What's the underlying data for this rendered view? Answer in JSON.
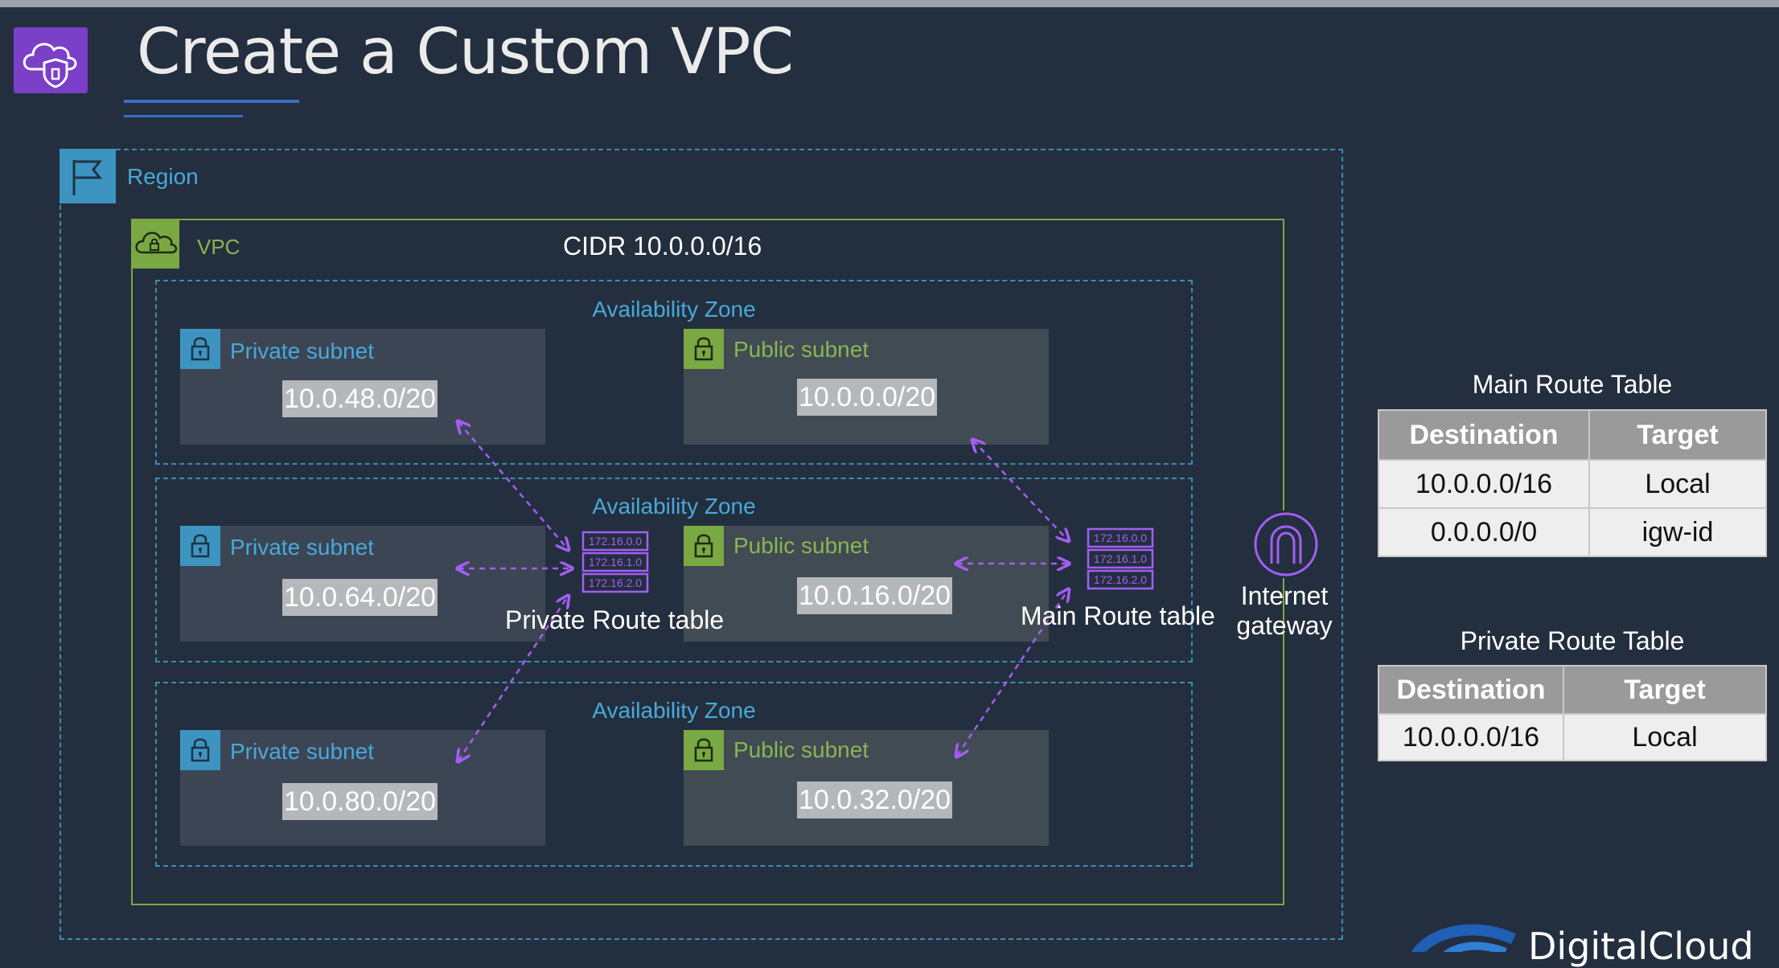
{
  "title": "Create a Custom VPC",
  "region_label": "Region",
  "vpc_label": "VPC",
  "cidr_label": "CIDR 10.0.0.0/16",
  "availability_zones": [
    {
      "label": "Availability Zone",
      "private": {
        "name": "Private subnet",
        "cidr": "10.0.48.0/20"
      },
      "public": {
        "name": "Public subnet",
        "cidr": "10.0.0.0/20"
      }
    },
    {
      "label": "Availability Zone",
      "private": {
        "name": "Private subnet",
        "cidr": "10.0.64.0/20"
      },
      "public": {
        "name": "Public subnet",
        "cidr": "10.0.16.0/20"
      }
    },
    {
      "label": "Availability Zone",
      "private": {
        "name": "Private subnet",
        "cidr": "10.0.80.0/20"
      },
      "public": {
        "name": "Public subnet",
        "cidr": "10.0.32.0/20"
      }
    }
  ],
  "route_table_icon_rows": [
    "172.16.0.0",
    "172.16.1.0",
    "172.16.2.0"
  ],
  "private_route_table_label": "Private Route table",
  "main_route_table_label": "Main Route table",
  "internet_gateway_label": [
    "Internet",
    "gateway"
  ],
  "main_route_table": {
    "title": "Main Route Table",
    "headers": [
      "Destination",
      "Target"
    ],
    "rows": [
      [
        "10.0.0.0/16",
        "Local"
      ],
      [
        "0.0.0.0/0",
        "igw-id"
      ]
    ]
  },
  "private_route_table": {
    "title": "Private Route Table",
    "headers": [
      "Destination",
      "Target"
    ],
    "rows": [
      [
        "10.0.0.0/16",
        "Local"
      ]
    ]
  },
  "brand": "DigitalCloud",
  "colors": {
    "background": "#232f3e",
    "region": "#3f8bb0",
    "vpc": "#7aa843",
    "accent_purple": "#a45ef5",
    "logo_tile": "#7b3fc8"
  }
}
